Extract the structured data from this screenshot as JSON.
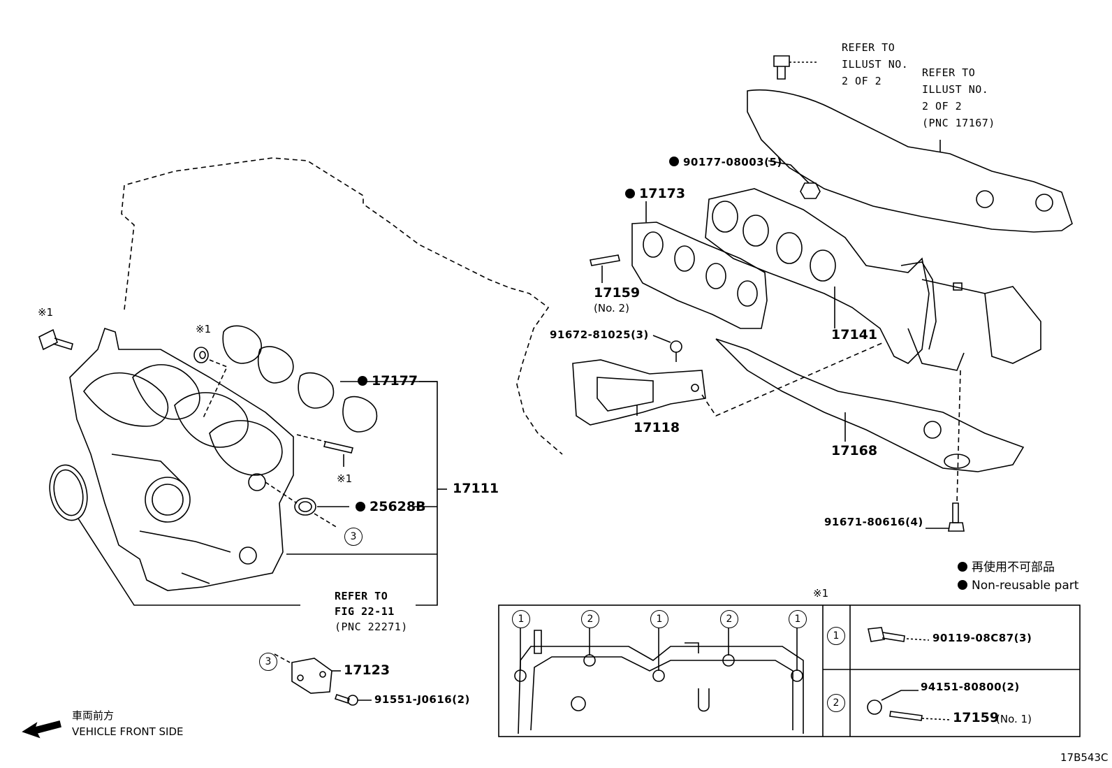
{
  "labels": {
    "refer_top_1": [
      "REFER TO",
      "ILLUST NO.",
      "2 OF 2"
    ],
    "refer_top_2": [
      "REFER TO",
      "ILLUST NO.",
      "2 OF 2",
      "(PNC 17167)"
    ],
    "p90177": "90177-08003(5)",
    "p17173": "17173",
    "p17159_no2": "17159",
    "p17159_no2_sub": "(No. 2)",
    "p91672": "91672-81025(3)",
    "p17141": "17141",
    "p17118": "17118",
    "p17168": "17168",
    "p91671": "91671-80616(4)",
    "p17177": "17177",
    "p25628b": "25628B",
    "p17111": "17111",
    "p17123": "17123",
    "p91551": "91551-J0616(2)",
    "refer_fig": [
      "REFER TO",
      "FIG 22-11",
      "(PNC 22271)"
    ],
    "mark_x1": "※1",
    "circle_3": "3",
    "front_jp": "車両前方",
    "front_en": "VEHICLE FRONT SIDE",
    "legend_jp": "再使用不可部品",
    "legend_en": "Non-reusable part",
    "illus_id": "17B543C",
    "inset": {
      "title": "※1",
      "top_markers": [
        "1",
        "2",
        "1",
        "2",
        "1"
      ],
      "rows": [
        {
          "marker": "1",
          "parts": [
            "90119-08C87(3)"
          ]
        },
        {
          "marker": "2",
          "parts": [
            "94151-80800(2)",
            "17159"
          ],
          "sub": "(No. 1)"
        }
      ]
    }
  }
}
